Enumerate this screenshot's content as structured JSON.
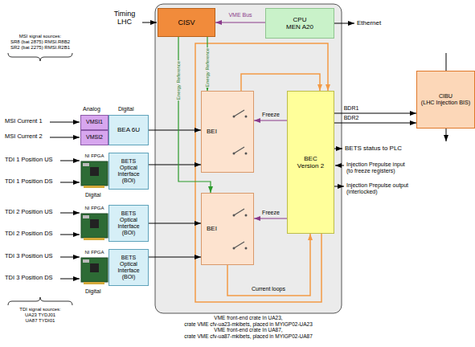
{
  "diagram": {
    "nodes": [
      {
        "text": [
          "CISV"
        ]
      },
      {
        "text": [
          "CPU",
          "MEN A20"
        ]
      },
      {
        "text": [
          "VMSI1"
        ]
      },
      {
        "text": [
          "VMSI2"
        ]
      },
      {
        "text": [
          "BEA 6U"
        ]
      },
      {
        "text": [
          "NI FPGA"
        ]
      },
      {
        "text": [
          "BETS Optical Interface (BOI)"
        ]
      },
      {
        "text": [
          "NI FPGA"
        ]
      },
      {
        "text": [
          "BETS Optical Interface (BOI)"
        ]
      },
      {
        "text": [
          "NI FPGA"
        ]
      },
      {
        "text": [
          "BETS Optical Interface (BOI)"
        ]
      },
      {
        "text": [
          "BEI"
        ]
      },
      {
        "text": [
          "BEI"
        ]
      },
      {
        "text": [
          "BEC",
          "Version 2"
        ]
      },
      {
        "text": [
          "CIBU",
          "(LHC Injection BIS)"
        ]
      }
    ],
    "edges": [
      {
        "from": 1,
        "to": 0,
        "arrow": "to",
        "label": "VME Bus"
      },
      {
        "from": 4,
        "to": 11,
        "arrow": "to"
      },
      {
        "from": 6,
        "to": 11,
        "arrow": "to"
      },
      {
        "from": 8,
        "to": 12,
        "arrow": "to"
      },
      {
        "from": 10,
        "to": 12,
        "arrow": "to"
      },
      {
        "from": 13,
        "to": 11,
        "arrow": "to",
        "label": "Freeze"
      },
      {
        "from": 13,
        "to": 12,
        "arrow": "to",
        "label": "Freeze"
      },
      {
        "from": 0,
        "to": 11,
        "arrow": "to",
        "label": "Energy Reference"
      },
      {
        "from": 0,
        "to": 12,
        "arrow": "to",
        "label": "Energy Reference"
      },
      {
        "from": 11,
        "to": 13,
        "arrow": "to"
      },
      {
        "from": 12,
        "to": 13,
        "arrow": "to",
        "label": "Current loops"
      },
      {
        "from": 13,
        "to": 14,
        "arrow": "to",
        "label": "BDR1"
      },
      {
        "from": 13,
        "to": 14,
        "arrow": "to",
        "label": "BDR2"
      }
    ],
    "labels": [
      "Timing LHC",
      "Ethernet",
      "MSI signal sources:",
      "SR8 (bat 2875) RMSI.R8B2",
      "SR2 (bat 2275) RMSI.R2B1",
      "Analog",
      "Digital",
      "MSI Current 1",
      "MSI Current 2",
      "TDI 1 Position US",
      "TDI 1 Position DS",
      "Digital",
      "TDI 2 Position US",
      "TDI 2 Position DS",
      "TDI 3 Position US",
      "TDI 3 Position DS",
      "Digital",
      "TDI signal sources:",
      "UA23 TYDJ01",
      "UA87 TYDI01",
      "BETS status to PLC",
      "Injection Prepulse input",
      "(to freeze registers)",
      "Injection Prepulse output",
      "(interlocked)",
      "VME front-end crate In UA23,",
      "crate VME cfv-ua23-mkibets, placed in MYIGP02-UA23",
      "VME front-end crate In UA87,",
      "crate VME cfv-ua87-mkibets, placed in MYIGP02-UA87"
    ]
  }
}
